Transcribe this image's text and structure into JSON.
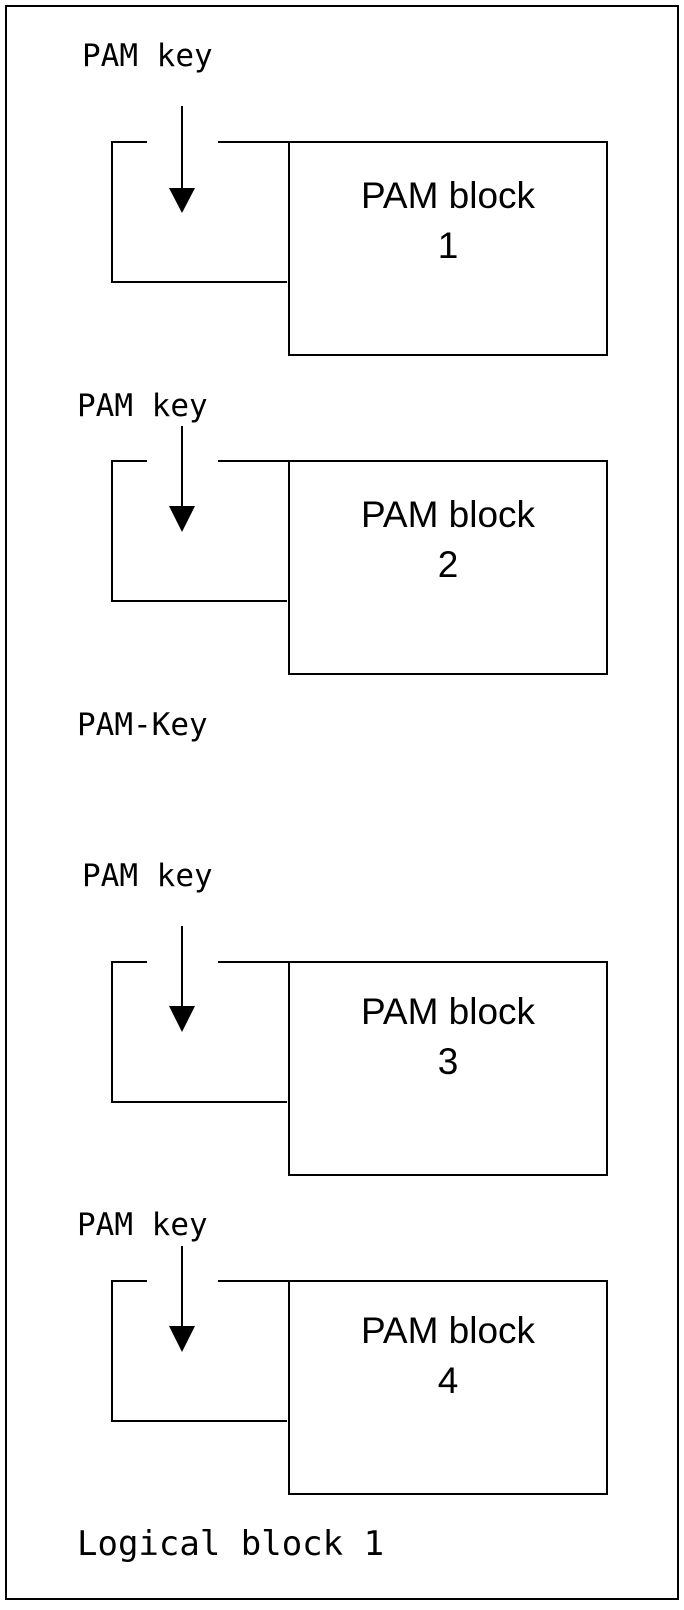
{
  "diagram": {
    "frame_label": "Logical block 1",
    "separator_label": "PAM-Key",
    "colors": {
      "stroke": "#000000",
      "background": "#ffffff"
    },
    "blocks": [
      {
        "key_label": "PAM key",
        "title": "PAM block",
        "number": "1"
      },
      {
        "key_label": "PAM key",
        "title": "PAM block",
        "number": "2"
      },
      {
        "key_label": "PAM key",
        "title": "PAM block",
        "number": "3"
      },
      {
        "key_label": "PAM key",
        "title": "PAM block",
        "number": "4"
      }
    ]
  }
}
